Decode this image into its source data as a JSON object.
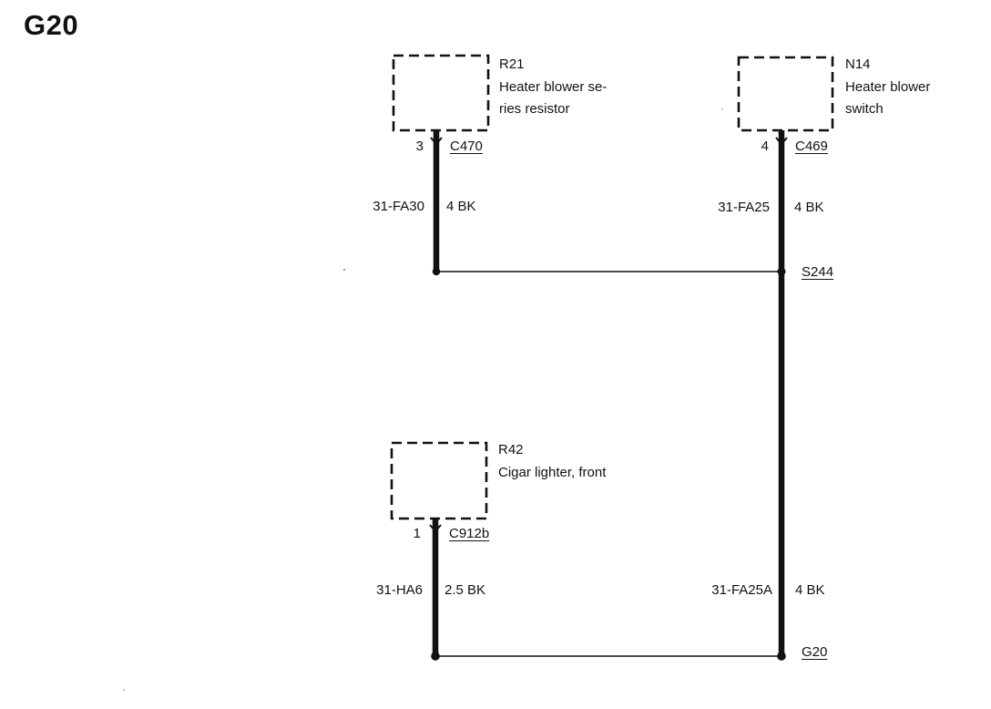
{
  "title": "G20",
  "components": {
    "r21": {
      "code": "R21",
      "line1": "Heater blower se-",
      "line2": "ries resistor",
      "pin": "3",
      "connector": "C470"
    },
    "n14": {
      "code": "N14",
      "line1": "Heater blower",
      "line2": "switch",
      "pin": "4",
      "connector": "C469"
    },
    "r42": {
      "code": "R42",
      "line1": "Cigar lighter, front",
      "pin": "1",
      "connector": "C912b"
    }
  },
  "wires": {
    "fa30": {
      "circuit": "31-FA30",
      "size": "4 BK"
    },
    "fa25": {
      "circuit": "31-FA25",
      "size": "4 BK"
    },
    "ha6": {
      "circuit": "31-HA6",
      "size": "2.5 BK"
    },
    "fa25a": {
      "circuit": "31-FA25A",
      "size": "4 BK"
    }
  },
  "splice": "S244",
  "ground": "G20",
  "colors": {
    "ink": "#111111",
    "background": "#ffffff"
  }
}
